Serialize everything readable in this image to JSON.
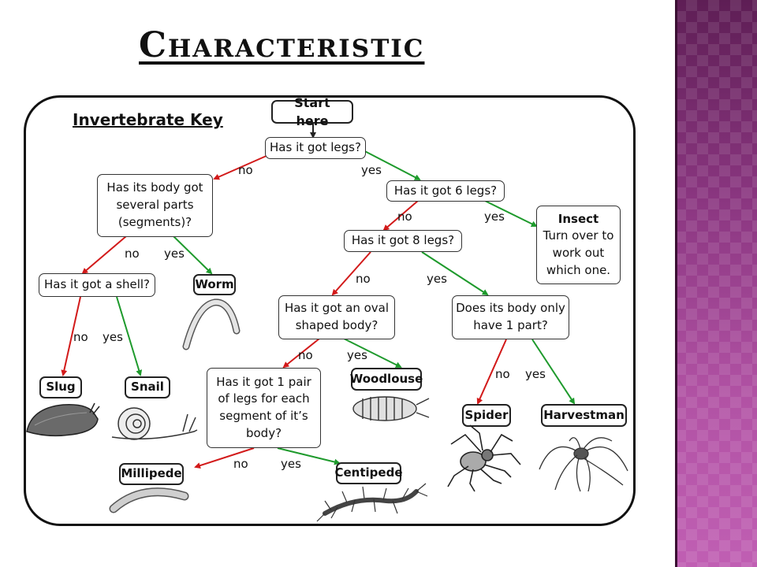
{
  "slide": {
    "title": "Characteristic",
    "accent_colors": {
      "panel": "#a84a9c",
      "panel_dark": "#5e1e55",
      "yes_arrow": "#1e9a2c",
      "no_arrow": "#d21a1a"
    }
  },
  "key": {
    "title": "Invertebrate Key",
    "nodes": {
      "start": "Start here",
      "legs": "Has it got legs?",
      "segments": "Has its body got several parts (segments)?",
      "six_legs": "Has it got 6 legs?",
      "eight_legs": "Has it got 8 legs?",
      "shell": "Has it got a shell?",
      "oval": "Has it got an oval shaped body?",
      "one_part": "Does its body only have 1 part?",
      "pair_legs": "Has it got 1 pair of legs for each segment of it’s body?"
    },
    "insect": {
      "title": "Insect",
      "text": "Turn over to work out which one."
    },
    "answers": {
      "worm": "Worm",
      "slug": "Slug",
      "snail": "Snail",
      "woodlouse": "Woodlouse",
      "spider": "Spider",
      "harvestman": "Harvestman",
      "millipede": "Millipede",
      "centipede": "Centipede"
    },
    "labels": {
      "no": "no",
      "yes": "yes"
    }
  }
}
